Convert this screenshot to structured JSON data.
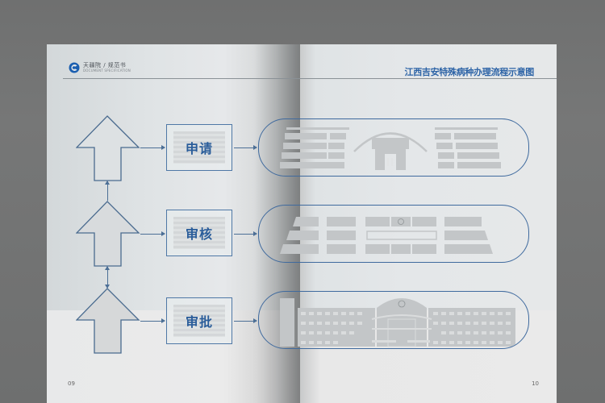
{
  "header": {
    "logo_cn": "天疆院 / 规范书",
    "logo_en": "DOCUMENT SPECIFICATION",
    "logo_icon": "circle-swirl-logo-icon",
    "title": "江西吉安特殊病种办理流程示意图"
  },
  "colors": {
    "accent_blue": "#2c63a6",
    "line_blue": "#3f6a9e",
    "background_gray": "#707171",
    "page_white": "#e4e7e9",
    "building_gray": "#c4c7c9"
  },
  "flow": {
    "stages": [
      {
        "step": 1,
        "label": "申请",
        "icon": "up-arrow-icon",
        "building": "government-hall-building"
      },
      {
        "step": 2,
        "label": "审核",
        "icon": "up-arrow-icon",
        "building": "office-complex-building"
      },
      {
        "step": 3,
        "label": "审批",
        "icon": "up-arrow-icon",
        "building": "domed-administration-building"
      }
    ]
  },
  "footer": {
    "page_left": "09",
    "page_right": "10"
  }
}
